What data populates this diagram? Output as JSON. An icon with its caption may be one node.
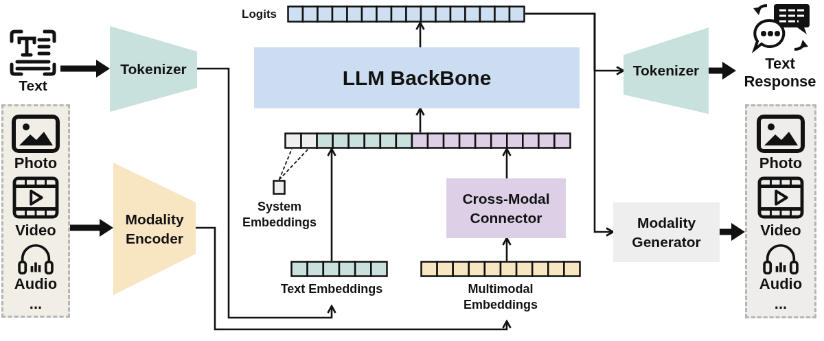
{
  "diagram": {
    "nodes": [
      {
        "text": [
          "Text"
        ]
      },
      {
        "text": [
          "Photo",
          "Video",
          "Audio",
          "..."
        ]
      },
      {
        "text": [
          "Tokenizer"
        ]
      },
      {
        "text": [
          "Modality Encoder"
        ]
      },
      {
        "text": [
          "Logits"
        ]
      },
      {
        "text": [
          "LLM BackBone"
        ]
      },
      {
        "text": [],
        "shape": "bar"
      },
      {
        "text": [
          "System Embeddings"
        ]
      },
      {
        "text": [
          "Cross-Modal Connector"
        ]
      },
      {
        "text": [
          "Text Embeddings"
        ]
      },
      {
        "text": [
          "Multimodal Embeddings"
        ]
      },
      {
        "text": [
          "Tokenizer"
        ]
      },
      {
        "text": [
          "Text Response"
        ]
      },
      {
        "text": [
          "Modality Generator"
        ]
      },
      {
        "text": [
          "Photo",
          "Video",
          "Audio",
          "..."
        ]
      }
    ],
    "edges": [
      {
        "from": 0,
        "to": 2,
        "arrow": "to",
        "style": "thick"
      },
      {
        "from": 1,
        "to": 3,
        "arrow": "to",
        "style": "thick"
      },
      {
        "from": 2,
        "to": 9,
        "arrow": "to"
      },
      {
        "from": 3,
        "to": 10,
        "arrow": "to"
      },
      {
        "from": 9,
        "to": 6,
        "arrow": "to"
      },
      {
        "from": 10,
        "to": 8,
        "arrow": "to"
      },
      {
        "from": 8,
        "to": 6,
        "arrow": "to"
      },
      {
        "from": 7,
        "to": 6,
        "arrow": "none",
        "style": "dashed"
      },
      {
        "from": 6,
        "to": 5,
        "arrow": "to"
      },
      {
        "from": 5,
        "to": 4,
        "arrow": "to"
      },
      {
        "from": 4,
        "to": 11,
        "arrow": "to"
      },
      {
        "from": 4,
        "to": 13,
        "arrow": "to"
      },
      {
        "from": 11,
        "to": 12,
        "arrow": "to",
        "style": "thick"
      },
      {
        "from": 13,
        "to": 14,
        "arrow": "to",
        "style": "thick"
      }
    ]
  }
}
